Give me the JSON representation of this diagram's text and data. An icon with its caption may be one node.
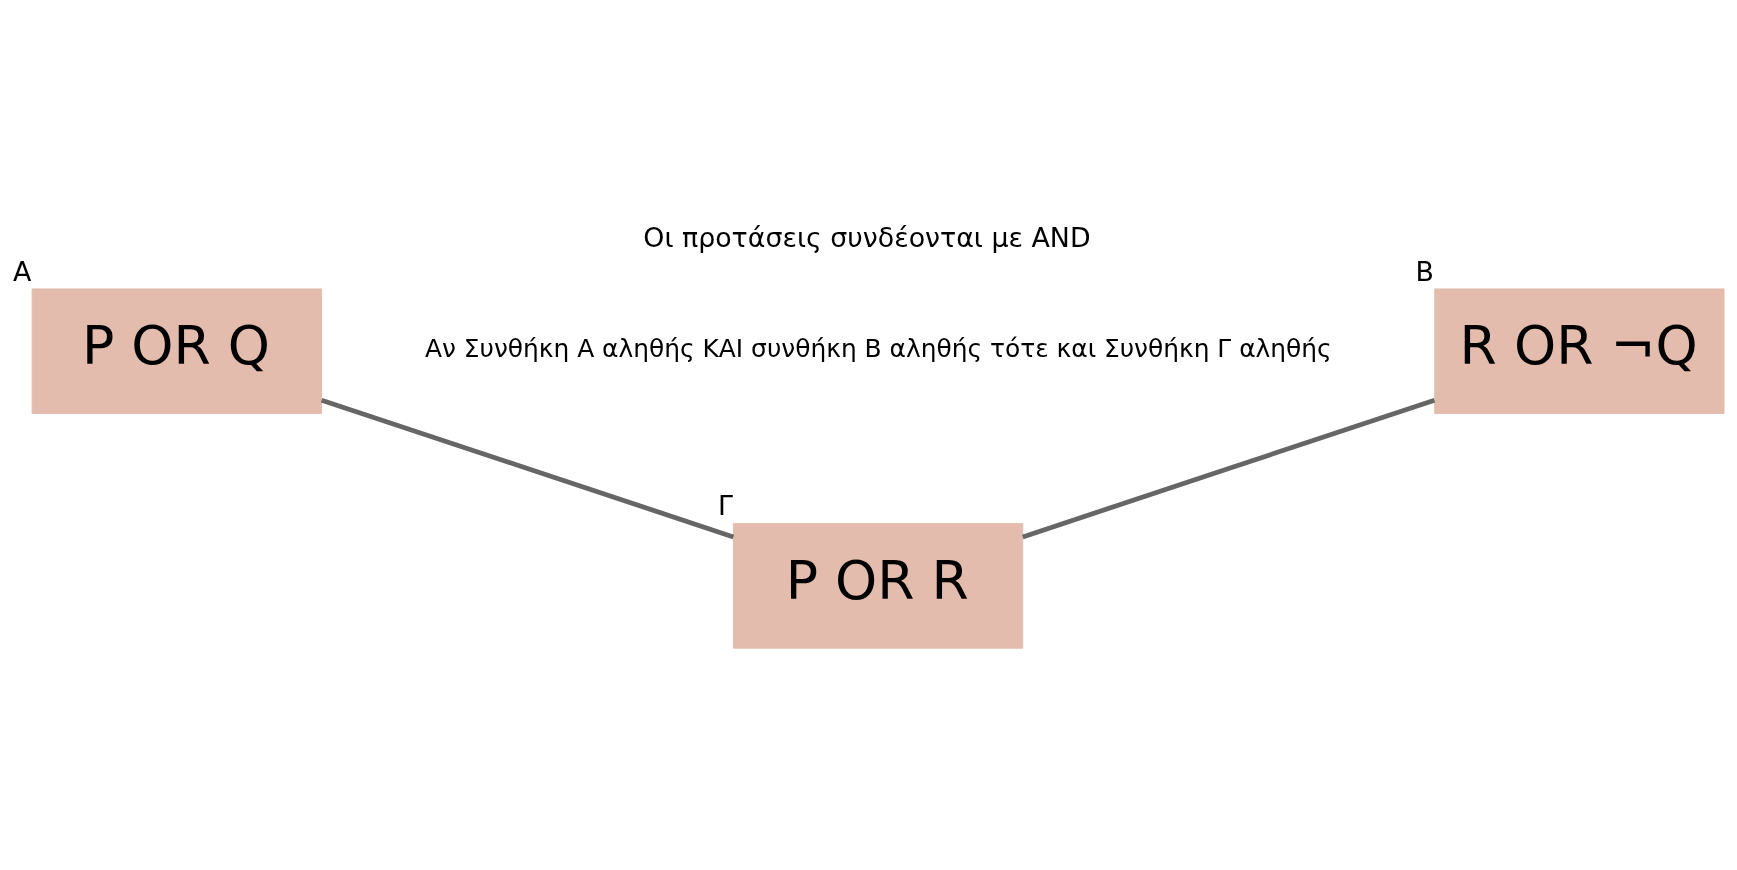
{
  "diagram": {
    "title": "Οι προτάσεις συνδέονται με AND",
    "nodes": [
      {
        "text": [
          "P OR Q"
        ],
        "beside": [
          "A"
        ]
      },
      {
        "text": [
          "R OR ¬Q"
        ],
        "beside": [
          "B"
        ]
      },
      {
        "text": [
          "P OR R"
        ],
        "beside": [
          "Γ"
        ]
      }
    ],
    "edges": [
      {
        "from": 0,
        "to": 2,
        "arrow": "none"
      },
      {
        "from": 1,
        "to": 2,
        "arrow": "none"
      }
    ],
    "labels": [
      "Αν Συνθήκη Α αληθής ΚΑΙ συνθήκη Β αληθής τότε και Συνθήκη Γ αληθής"
    ]
  }
}
